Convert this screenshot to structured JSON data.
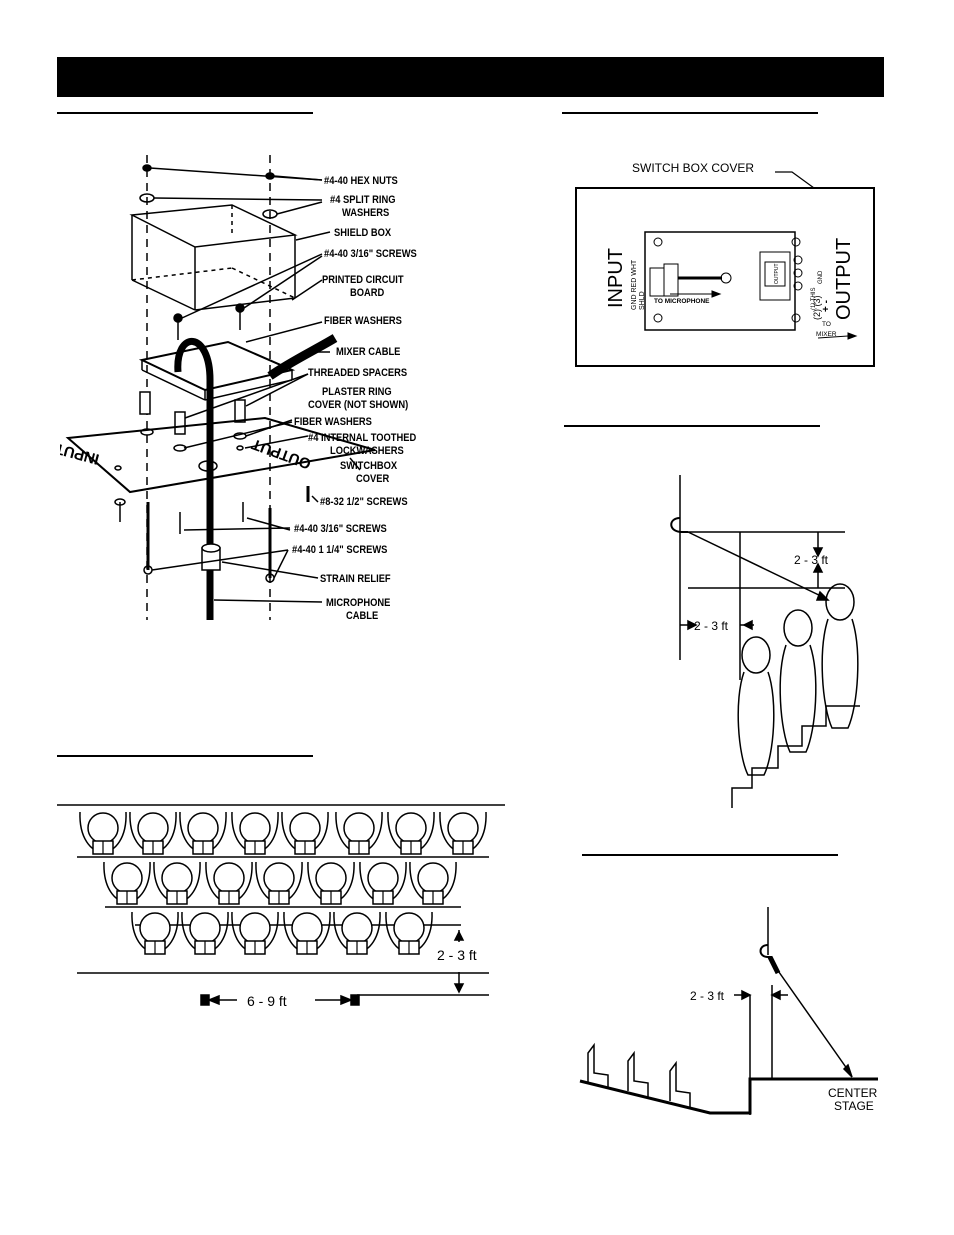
{
  "exploded": {
    "labels": [
      "#4-40 HEX NUTS",
      "#4 SPLIT RING",
      "WASHERS",
      "SHIELD BOX",
      "#4-40 3/16\" SCREWS",
      "PRINTED CIRCUIT",
      "BOARD",
      "FIBER WASHERS",
      "MIXER CABLE",
      "THREADED SPACERS",
      "PLASTER RING",
      "COVER (NOT SHOWN)",
      "FIBER WASHERS",
      "#4 INTERNAL TOOTHED",
      "LOCKWASHERS",
      "SWITCHBOX",
      "COVER",
      "#8-32 1/2\" SCREWS",
      "#4-40 3/16\" SCREWS",
      "#4-40 1 1/4\" SCREWS",
      "STRAIN RELIEF",
      "MICROPHONE",
      "CABLE"
    ],
    "plate_input": "INPUT",
    "plate_output": "OUTPUT"
  },
  "switchbox": {
    "title": "SWITCH BOX COVER",
    "input": "INPUT",
    "input_sub1": "GND RED WHT",
    "input_sub2": "SHLD",
    "to_microphone": "TO MICROPHONE",
    "output": "OUTPUT",
    "out_sub1": "(2) (3)",
    "out_sub2": "+ -",
    "out_sub3": "(1) THIS",
    "out_sub4": "GND",
    "to_mixer1": "TO",
    "to_mixer2": "MIXER",
    "chip": "OUTPUT"
  },
  "seating": {
    "dim_vertical": "2 - 3 ft",
    "dim_horizontal": "6 - 9 ft"
  },
  "side_view": {
    "dim_vertical": "2 - 3 ft",
    "dim_horizontal": "2 - 3 ft"
  },
  "stage": {
    "dim": "2 - 3 ft",
    "label1": "CENTER",
    "label2": "STAGE"
  }
}
